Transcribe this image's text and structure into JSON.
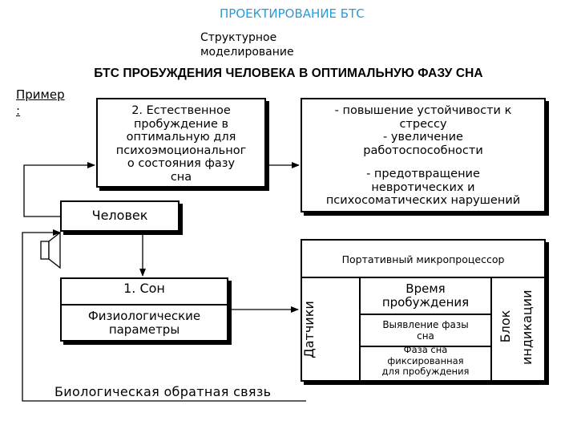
{
  "header": {
    "section": "ПРОЕКТИРОВАНИЕ БТС",
    "subsection": "Структурное моделирование"
  },
  "title": "БТС ПРОБУЖДЕНИЯ ЧЕЛОВЕКА В ОПТИМАЛЬНУЮ ФАЗУ СНА",
  "example_label": "Пример",
  "example_colon": ":",
  "blocks": {
    "awakening": [
      "2. Естественное",
      "пробуждение в",
      "оптимальную для",
      "психоэмоциональног",
      "о состояния фазу",
      "сна"
    ],
    "effects": [
      "- повышение устойчивости  к",
      "стрессу",
      "- увеличение",
      "работоспособности",
      "",
      "- предотвращение",
      "невротических и",
      "психосоматических нарушений"
    ],
    "human": "Человек",
    "sleep": "1. Сон",
    "physio": [
      "Физиологические",
      "параметры"
    ],
    "processor": "Портативный микропроцессор",
    "sensors": "Датчики",
    "wake_time": [
      "Время",
      "пробуждения"
    ],
    "phase_detect": [
      "Выявление фазы",
      "сна"
    ],
    "phase_fixed": [
      "Фаза сна",
      "фиксированная",
      "для пробуждения"
    ],
    "display_unit": [
      "Блок",
      "индикации"
    ]
  },
  "feedback": "Биологическая обратная связь",
  "icons": {
    "speaker": "speaker-icon"
  }
}
